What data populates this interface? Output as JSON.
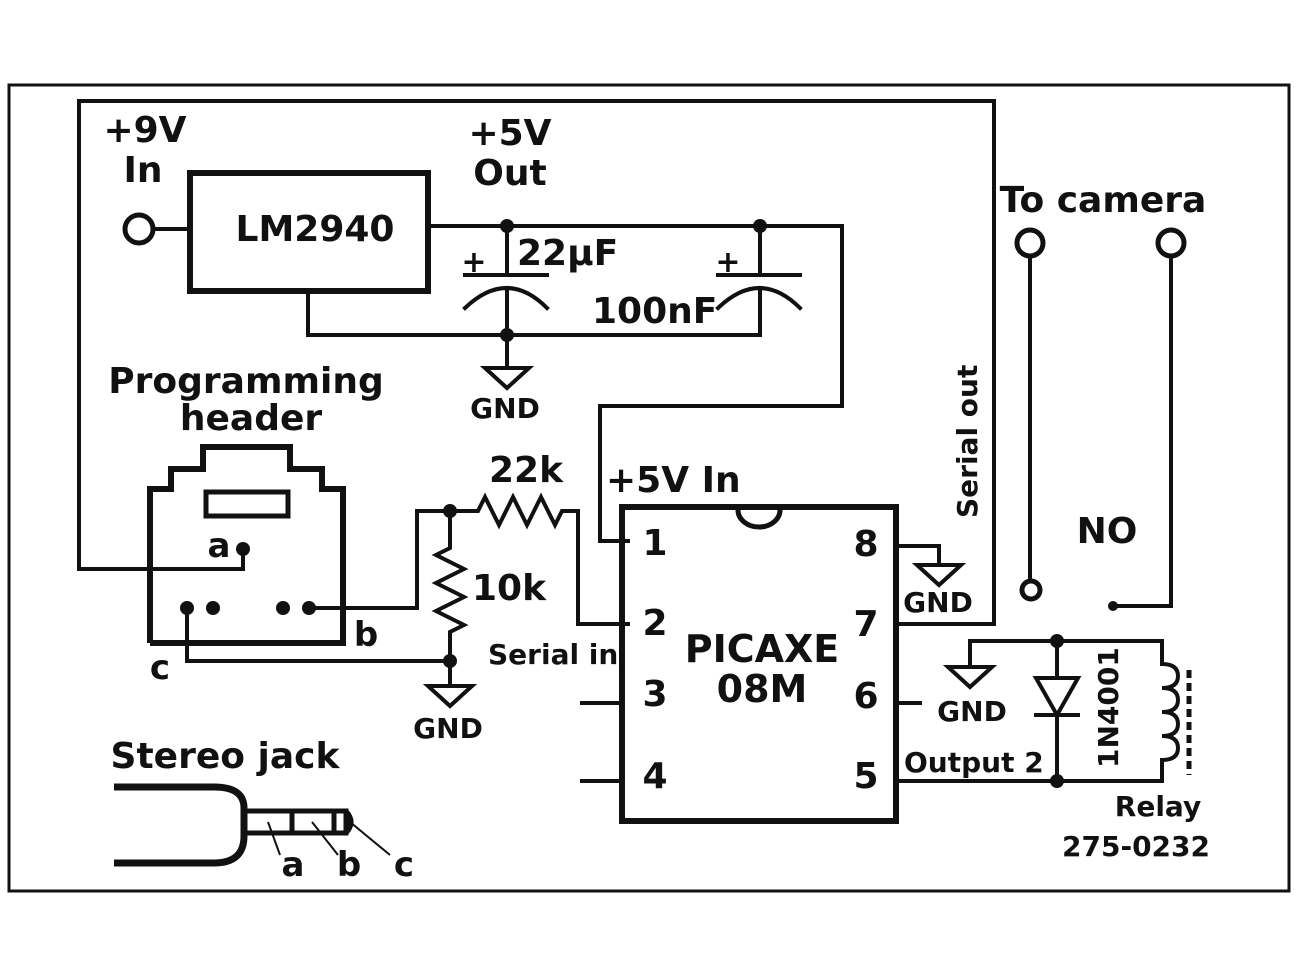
{
  "labels": {
    "in_9v_line1": "+9V",
    "in_9v_line2": "In",
    "out_5v_line1": "+5V",
    "out_5v_line2": "Out",
    "regulator": "LM2940",
    "cap_22uf": "22µF",
    "cap_100nf": "100nF",
    "cap_plus_1": "+",
    "cap_plus_2": "+",
    "gnd_reg": "GND",
    "prog_header_line1": "Programming",
    "prog_header_line2": "header",
    "pin_a": "a",
    "pin_b": "b",
    "pin_c": "c",
    "res_22k": "22k",
    "res_10k": "10k",
    "gnd_res": "GND",
    "serial_in": "Serial in",
    "plus5v_in": "+5V In",
    "chip_line1": "PICAXE",
    "chip_line2": "08M",
    "chip_pin1": "1",
    "chip_pin2": "2",
    "chip_pin3": "3",
    "chip_pin4": "4",
    "chip_pin5": "5",
    "chip_pin6": "6",
    "chip_pin7": "7",
    "chip_pin8": "8",
    "gnd_pin8": "GND",
    "serial_out": "Serial out",
    "to_camera": "To camera",
    "no_label": "NO",
    "gnd_relay": "GND",
    "output2": "Output 2",
    "diode": "1N4001",
    "relay_line1": "Relay",
    "relay_line2": "275-0232",
    "stereo_jack": "Stereo jack",
    "jack_a": "a",
    "jack_b": "b",
    "jack_c": "c"
  }
}
